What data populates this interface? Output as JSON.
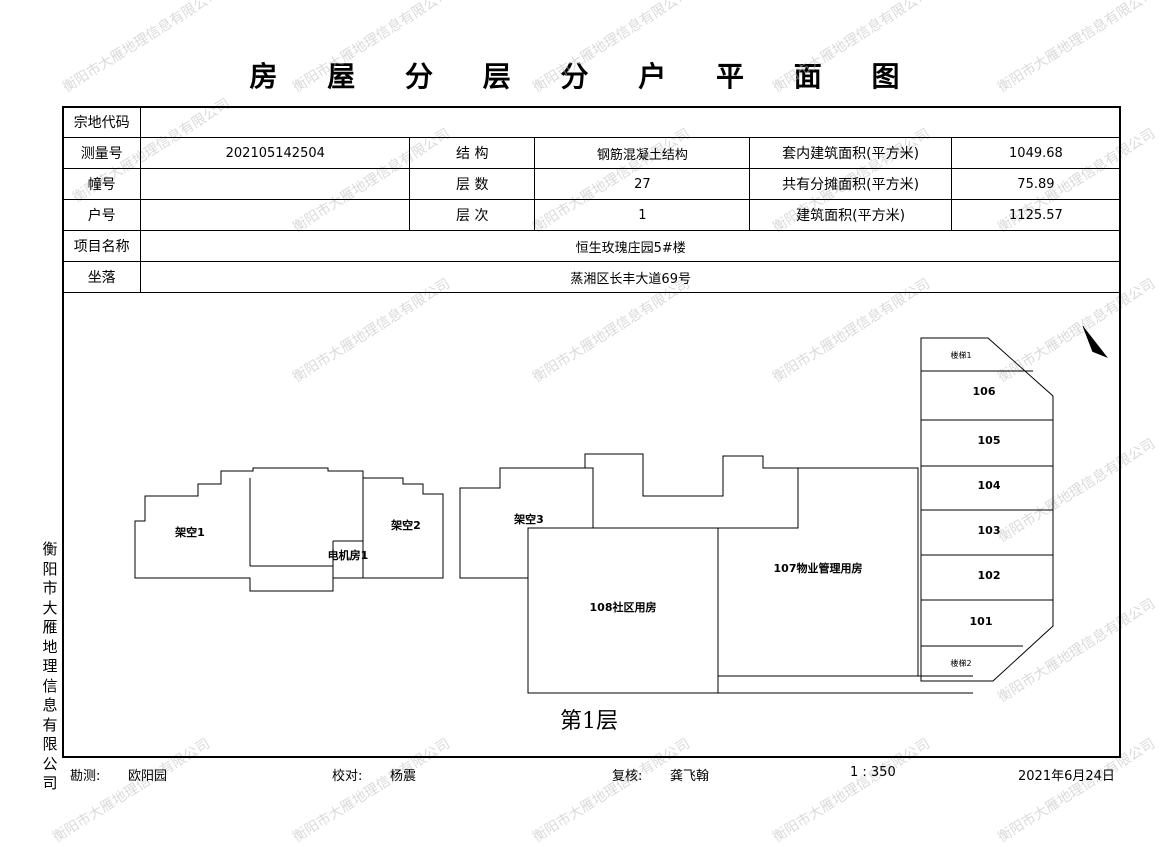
{
  "title": "房 屋 分 层 分 户 平 面 图",
  "table": {
    "parcel_code_label": "宗地代码",
    "parcel_code_value": "",
    "survey_no_label": "测量号",
    "survey_no_value": "202105142504",
    "structure_label": "结  构",
    "structure_value": "钢筋混凝土结构",
    "inner_area_label": "套内建筑面积(平方米)",
    "inner_area_value": "1049.68",
    "building_no_label": "幢号",
    "building_no_value": "",
    "floors_label": "层  数",
    "floors_value": "27",
    "shared_area_label": "共有分摊面积(平方米)",
    "shared_area_value": "75.89",
    "unit_no_label": "户号",
    "unit_no_value": "",
    "floor_level_label": "层  次",
    "floor_level_value": "1",
    "building_area_label": "建筑面积(平方米)",
    "building_area_value": "1125.57",
    "project_label": "项目名称",
    "project_value": "恒生玫瑰庄园5#楼",
    "location_label": "坐落",
    "location_value": "蒸湘区长丰大道69号"
  },
  "side_company": "衡阳市大雁地理信息有限公司",
  "watermark": "衡阳市大雁地理信息有限公司",
  "plan": {
    "floor_label": "第1层",
    "rooms": {
      "jk1": "架空1",
      "jk2": "架空2",
      "jk3": "架空3",
      "jifang": "电机房1",
      "r108": "108社区用房",
      "r107": "107物业管理用房",
      "r106": "106",
      "r105": "105",
      "r104": "104",
      "r103": "103",
      "r102": "102",
      "r101": "101",
      "stair1": "楼梯1",
      "stair2": "楼梯2"
    }
  },
  "footer": {
    "surveyor_label": "勘测:",
    "surveyor": "欧阳园",
    "checker_label": "校对:",
    "checker": "杨震",
    "reviewer_label": "复核:",
    "reviewer": "龚飞翰",
    "scale": "1 : 350",
    "date": "2021年6月24日"
  }
}
